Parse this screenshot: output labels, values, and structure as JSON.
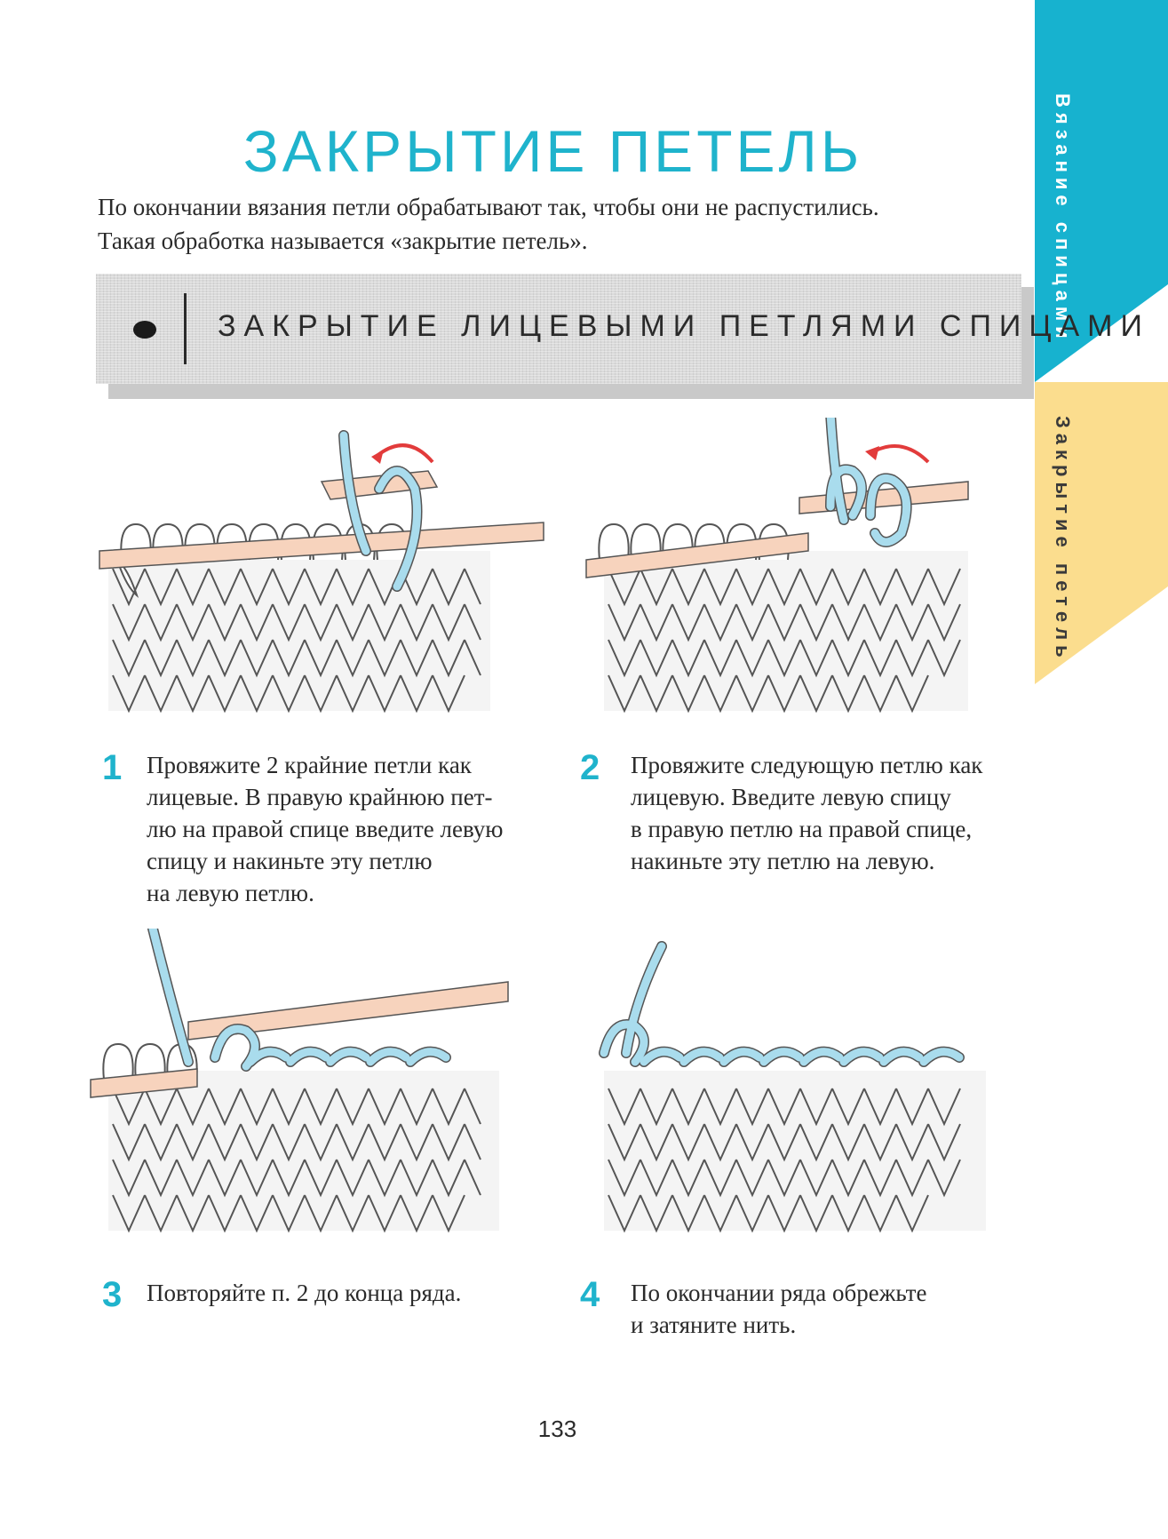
{
  "page": {
    "title": "Закрытие петель",
    "intro_line1": "По окончании вязания петли обрабатывают так, чтобы они не распустились.",
    "intro_line2": "Такая обработка называется «закрытие петель».",
    "section_heading": "Закрытие лицевыми петлями спицами",
    "page_number": "133"
  },
  "side_tabs": {
    "tab1_label": "Вязание спицами",
    "tab2_label": "Закрытие петель",
    "tab1_color": "#17b2cf",
    "tab2_color": "#fbdd8e"
  },
  "steps": [
    {
      "number": "1",
      "lines": [
        "Провяжите 2 крайние петли как",
        "лицевые. В правую крайнюю пет-",
        "лю на правой спице введите левую",
        "спицу и накиньте эту петлю",
        "на левую петлю."
      ]
    },
    {
      "number": "2",
      "lines": [
        "Провяжите следующую петлю как",
        "лицевую. Введите левую спицу",
        "в правую петлю на правой спице,",
        "накиньте эту петлю на левую."
      ]
    },
    {
      "number": "3",
      "lines": [
        "Повторяйте п. 2 до конца ряда."
      ]
    },
    {
      "number": "4",
      "lines": [
        "По окончании ряда обрежьте",
        "и затяните нить."
      ]
    }
  ],
  "colors": {
    "accent": "#1fb3cc",
    "yarn_blue": "#a9dced",
    "needle": "#f7d3bd",
    "arrow_red": "#e23b3b"
  }
}
